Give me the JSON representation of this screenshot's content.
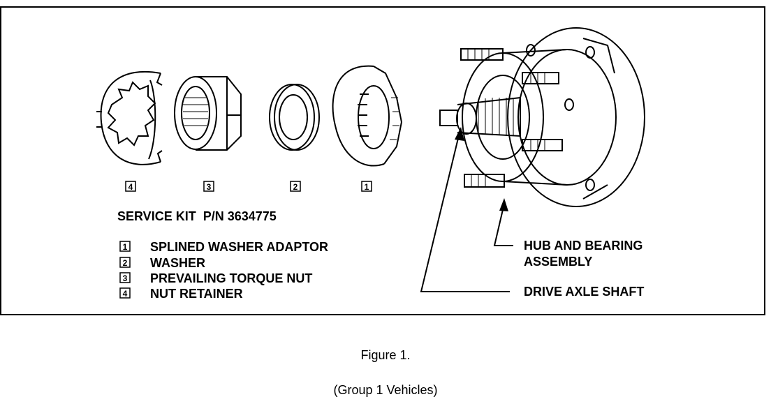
{
  "diagram": {
    "kit_title": "SERVICE KIT  P/N 3634775",
    "part_numbers": [
      "4",
      "3",
      "2",
      "1"
    ],
    "legend": [
      {
        "num": "1",
        "label": "SPLINED WASHER ADAPTOR"
      },
      {
        "num": "2",
        "label": "WASHER"
      },
      {
        "num": "3",
        "label": "PREVAILING TORQUE NUT"
      },
      {
        "num": "4",
        "label": "NUT RETAINER"
      }
    ],
    "callouts": {
      "hub_line1": "HUB AND BEARING",
      "hub_line2": "ASSEMBLY",
      "axle": "DRIVE AXLE SHAFT"
    }
  },
  "caption": {
    "figure": "Figure 1.",
    "group": "(Group 1 Vehicles)"
  }
}
